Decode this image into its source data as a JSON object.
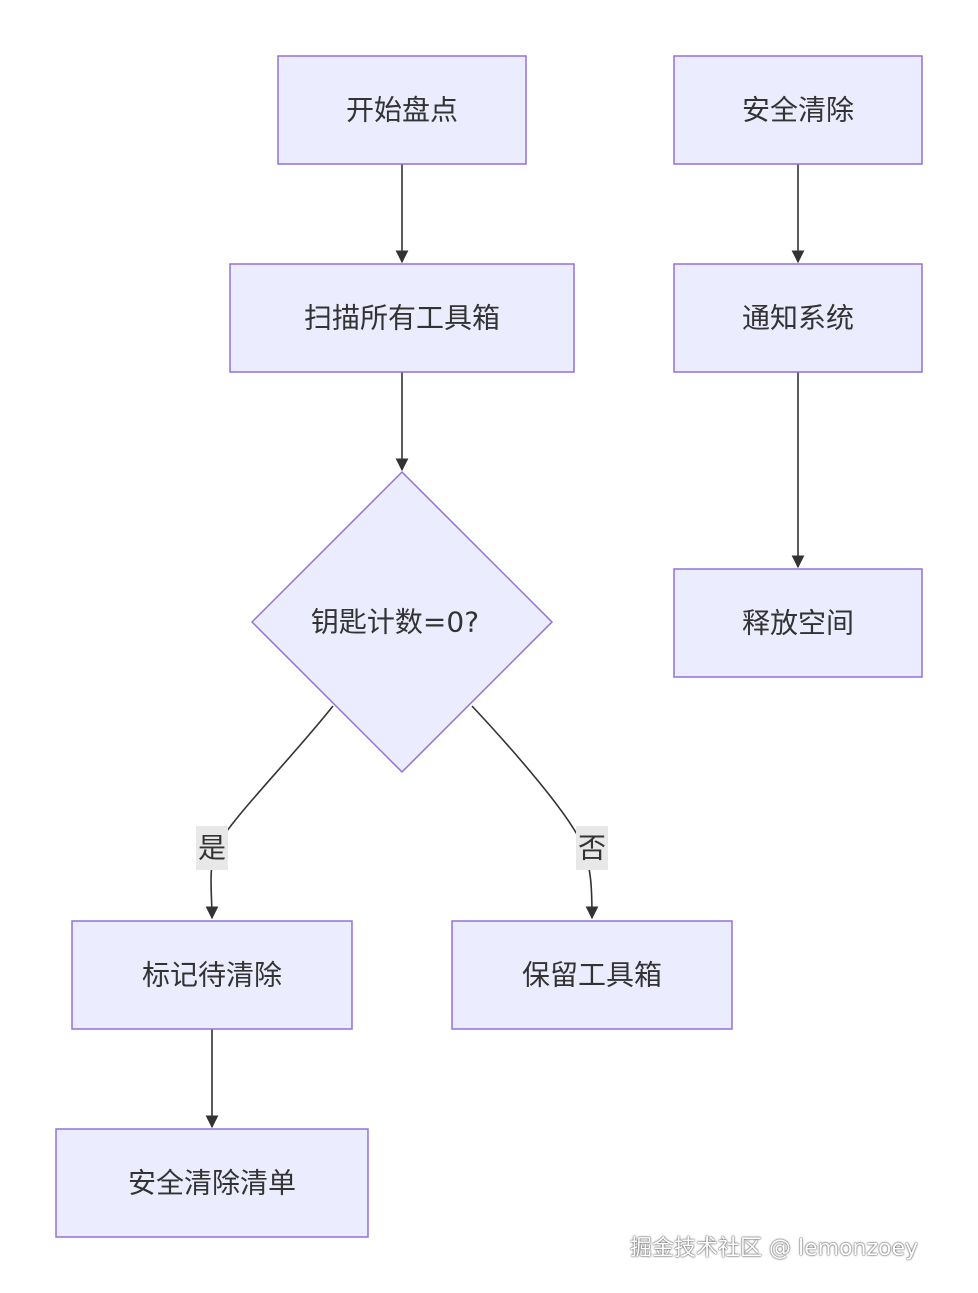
{
  "nodes": {
    "start": "开始盘点",
    "scan": "扫描所有工具箱",
    "decision": "钥匙计数=0?",
    "mark": "标记待清除",
    "keep": "保留工具箱",
    "clear_list": "安全清除清单",
    "safe_clear": "安全清除",
    "notify": "通知系统",
    "release": "释放空间"
  },
  "edges": {
    "yes_label": "是",
    "no_label": "否"
  },
  "watermark": "掘金技术社区 @ lemonzoey",
  "colors": {
    "node_fill": "#ececff",
    "node_stroke": "#9370db",
    "edge": "#333333",
    "label_bg": "#e8e8e8"
  }
}
